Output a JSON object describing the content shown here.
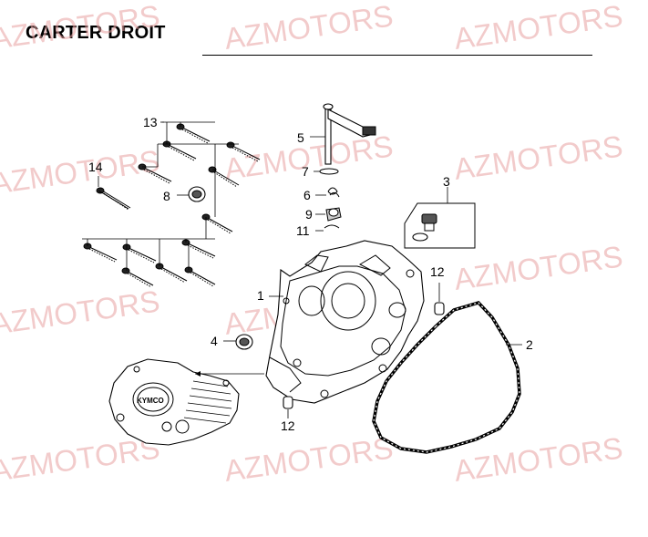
{
  "title": "CARTER DROIT",
  "watermark": "AZMOTORS",
  "cover_logo": "KYMCO",
  "callouts": [
    {
      "id": "c1",
      "label": "1"
    },
    {
      "id": "c2",
      "label": "2"
    },
    {
      "id": "c3",
      "label": "3"
    },
    {
      "id": "c4",
      "label": "4"
    },
    {
      "id": "c5",
      "label": "5"
    },
    {
      "id": "c6",
      "label": "6"
    },
    {
      "id": "c7",
      "label": "7"
    },
    {
      "id": "c8",
      "label": "8"
    },
    {
      "id": "c9",
      "label": "9"
    },
    {
      "id": "c11",
      "label": "11"
    },
    {
      "id": "c12a",
      "label": "12"
    },
    {
      "id": "c12b",
      "label": "12"
    },
    {
      "id": "c13",
      "label": "13"
    },
    {
      "id": "c14",
      "label": "14"
    }
  ],
  "colors": {
    "watermark": "#e8a0a0",
    "ink": "#000000"
  }
}
